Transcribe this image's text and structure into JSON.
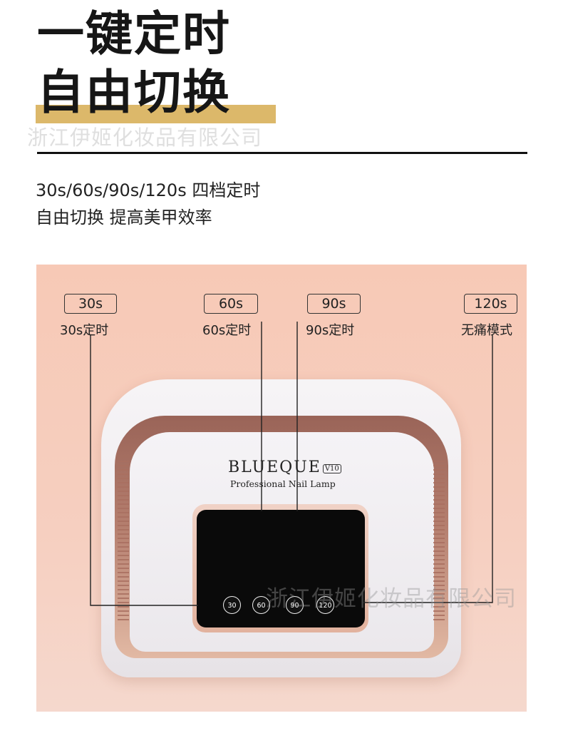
{
  "heading": {
    "line1": "一键定时",
    "line2": "自由切换"
  },
  "watermark": "浙江伊姬化妆品有限公司",
  "description": {
    "line1": "30s/60s/90s/120s 四档定时",
    "line2": "自由切换 提高美甲效率"
  },
  "timers": [
    {
      "pill": "30s",
      "label": "30s定时"
    },
    {
      "pill": "60s",
      "label": "60s定时"
    },
    {
      "pill": "90s",
      "label": "90s定时"
    },
    {
      "pill": "120s",
      "label": "无痛模式"
    }
  ],
  "product": {
    "brand": "BLUEQUE",
    "model": "V10",
    "subtitle": "Professional Nail Lamp",
    "buttons": [
      "30",
      "60",
      "90",
      "120"
    ]
  },
  "colors": {
    "accent_gold": "#dcb86a",
    "copper": "#a96f60",
    "background_peach": "#f7c9b6"
  }
}
